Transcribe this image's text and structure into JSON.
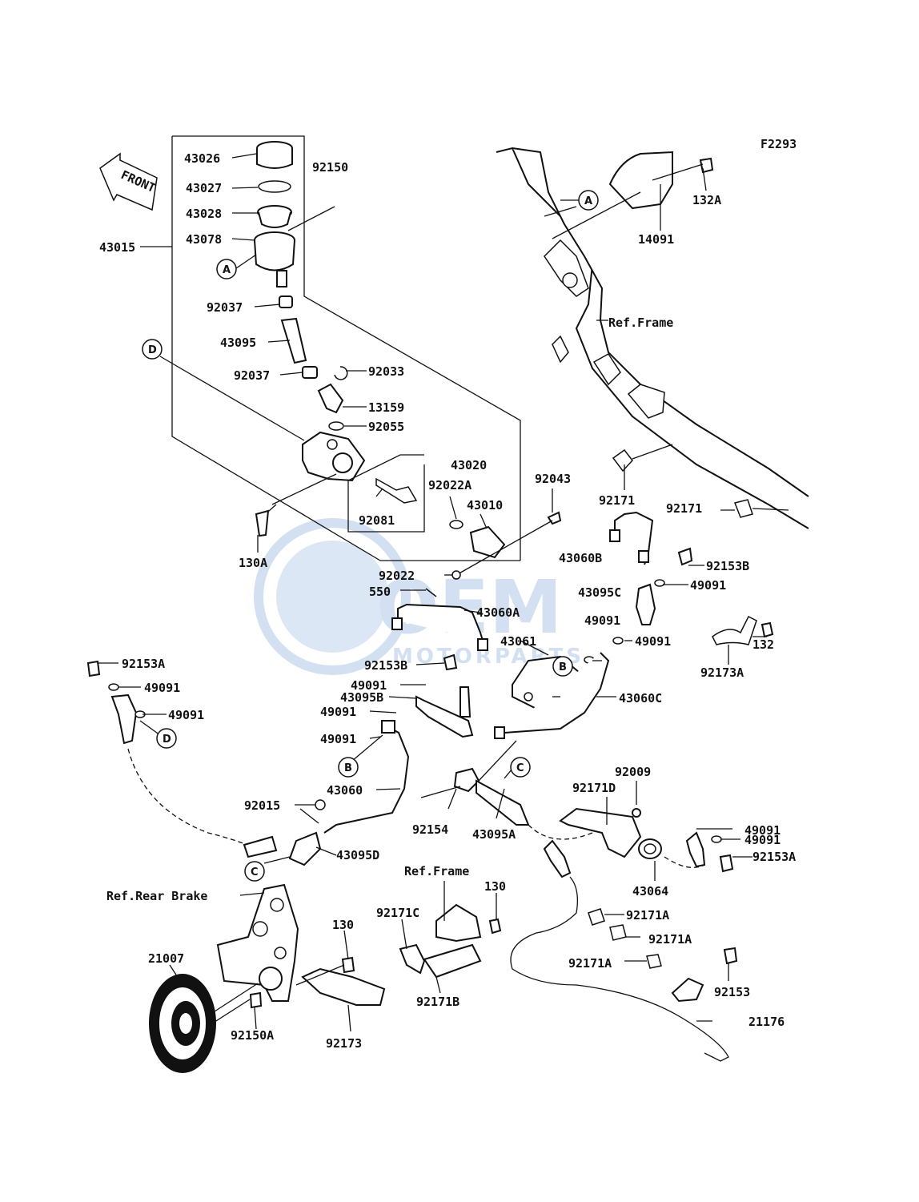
{
  "figure_code": "F2293",
  "front_arrow": "FRONT",
  "watermark": {
    "brand": "OEM",
    "sub": "MOTORPARTS"
  },
  "refs": {
    "frame_top": "Ref.Frame",
    "frame_mid": "Ref.Frame",
    "rear_brake": "Ref.Rear Brake"
  },
  "circle_markers": [
    "A",
    "A",
    "B",
    "B",
    "C",
    "C",
    "D",
    "D"
  ],
  "labels": {
    "p43026": "43026",
    "p43027": "43027",
    "p43028": "43028",
    "p43078": "43078",
    "p43015": "43015",
    "p92150": "92150",
    "p92037a": "92037",
    "p43095": "43095",
    "p92037b": "92037",
    "p92033": "92033",
    "p13159": "13159",
    "p92055": "92055",
    "p43020": "43020",
    "p92022A": "92022A",
    "p43010": "43010",
    "p92081": "92081",
    "p92043": "92043",
    "p130A": "130A",
    "p92022": "92022",
    "p550": "550",
    "p43060A": "43060A",
    "p132A": "132A",
    "p14091": "14091",
    "p92171a": "92171",
    "p92171b": "92171",
    "p43060B": "43060B",
    "p92153B_top": "92153B",
    "p49091_r1": "49091",
    "p43095C": "43095C",
    "p49091_r2": "49091",
    "p49091_r3": "49091",
    "p132": "132",
    "p92173A": "92173A",
    "p43061": "43061",
    "p43060C": "43060C",
    "p92153A_l": "92153A",
    "p49091_l1": "49091",
    "p49091_l2": "49091",
    "p92153B_mid": "92153B",
    "p49091_m1": "49091",
    "p43095B": "43095B",
    "p49091_m2": "49091",
    "p49091_m3": "49091",
    "p43060": "43060",
    "p92015": "92015",
    "p43095D": "43095D",
    "p92154": "92154",
    "p43095A": "43095A",
    "p92009": "92009",
    "p92171D": "92171D",
    "p49091_r4": "49091",
    "p49091_r5": "49091",
    "p92153A_r": "92153A",
    "p43064": "43064",
    "p130_a": "130",
    "p92171C": "92171C",
    "p92171A_1": "92171A",
    "p92171A_2": "92171A",
    "p92171A_3": "92171A",
    "p130_b": "130",
    "p21007": "21007",
    "p92150A": "92150A",
    "p92173": "92173",
    "p92171B": "92171B",
    "p92153": "92153",
    "p21176": "21176"
  }
}
